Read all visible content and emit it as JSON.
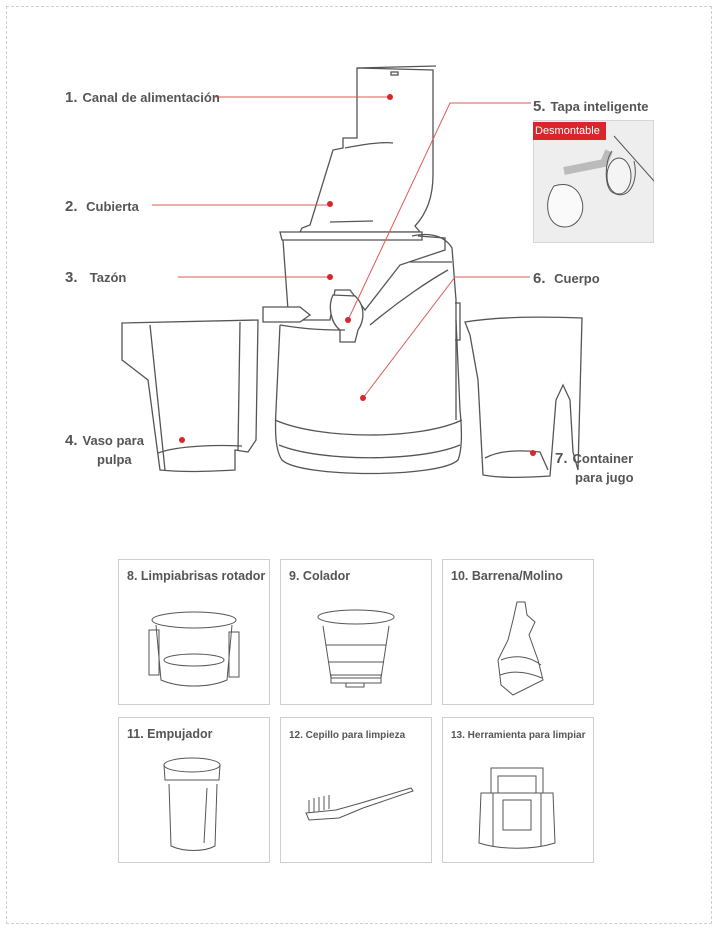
{
  "parts": [
    {
      "num": "1.",
      "label": "Canal de alimentación"
    },
    {
      "num": "2.",
      "label": "Cubierta"
    },
    {
      "num": "3.",
      "label": "Tazón"
    },
    {
      "num": "4.",
      "label": "Vaso para",
      "label2": "pulpa"
    },
    {
      "num": "5.",
      "label": "Tapa inteligente",
      "badge": "Desmontable"
    },
    {
      "num": "6.",
      "label": "Cuerpo"
    },
    {
      "num": "7.",
      "label": "Container",
      "label2": "para jugo"
    }
  ],
  "accessories": [
    {
      "num": "8.",
      "label": "Limpiabrisas rotador"
    },
    {
      "num": "9.",
      "label": "Colador"
    },
    {
      "num": "10.",
      "label": "Barrena/Molino"
    },
    {
      "num": "11.",
      "label": "Empujador"
    },
    {
      "text": "12. Cepillo para limpieza"
    },
    {
      "text": "13. Herramienta para limpiar"
    }
  ],
  "colors": {
    "accent": "#d9262c",
    "line": "#555555",
    "text": "#555555"
  }
}
